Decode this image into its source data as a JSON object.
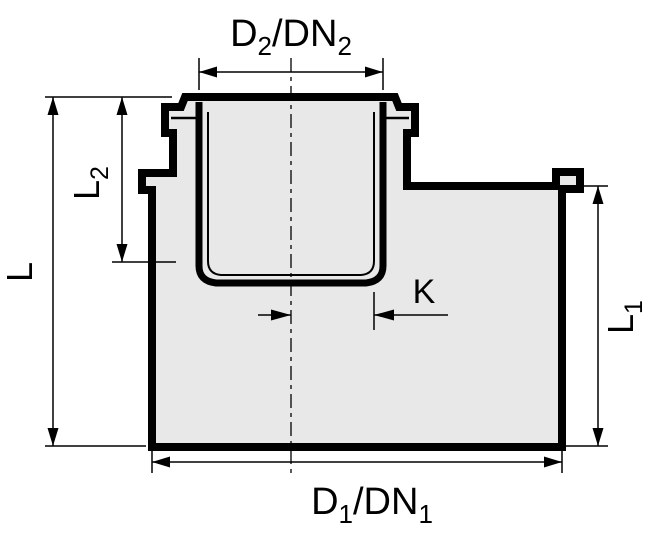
{
  "colors": {
    "fill": "#e8e8e8",
    "line": "#000000",
    "dim_line": "#000000",
    "background": "#ffffff"
  },
  "labels": {
    "d2": {
      "base1": "D",
      "sub1": "2",
      "base2": "/DN",
      "sub2": "2"
    },
    "d1": {
      "base1": "D",
      "sub1": "1",
      "base2": "/DN",
      "sub2": "1"
    },
    "L": {
      "base": "L"
    },
    "L2": {
      "base": "L",
      "sub": "2"
    },
    "L1": {
      "base": "L",
      "sub": "1"
    },
    "K": {
      "base": "K"
    }
  }
}
